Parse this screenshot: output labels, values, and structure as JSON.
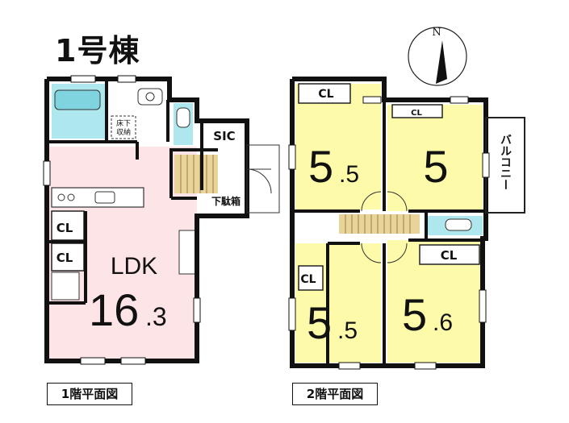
{
  "title": "1号棟",
  "compass": {
    "letter": "N"
  },
  "floor1": {
    "label": "1階平面図",
    "rooms": {
      "ldk_name": "LDK",
      "ldk_size_main": "16",
      "ldk_size_dec": ".3",
      "underfloor_line1": "床下",
      "underfloor_line2": "収納",
      "sic": "SIC",
      "shoe_box": "下駄箱",
      "cl_upper": "CL",
      "cl_lower": "CL"
    }
  },
  "floor2": {
    "label": "2階平面図",
    "rooms": {
      "tl_cl": "CL",
      "tl_size_main": "5",
      "tl_size_dec": ".5",
      "tr_cl": "CL",
      "tr_size": "5",
      "balcony": "バルコニー",
      "bl_cl": "CL",
      "bl_size_main": "5",
      "bl_size_dec": ".5",
      "br_cl": "CL",
      "br_size_main": "5",
      "br_size_dec": ".6"
    }
  },
  "colors": {
    "ldk": "#fde4e6",
    "bedroom": "#fdfaa9",
    "wet": "#aee7ee",
    "wall": "#111111",
    "stair": "#e8d39a"
  }
}
